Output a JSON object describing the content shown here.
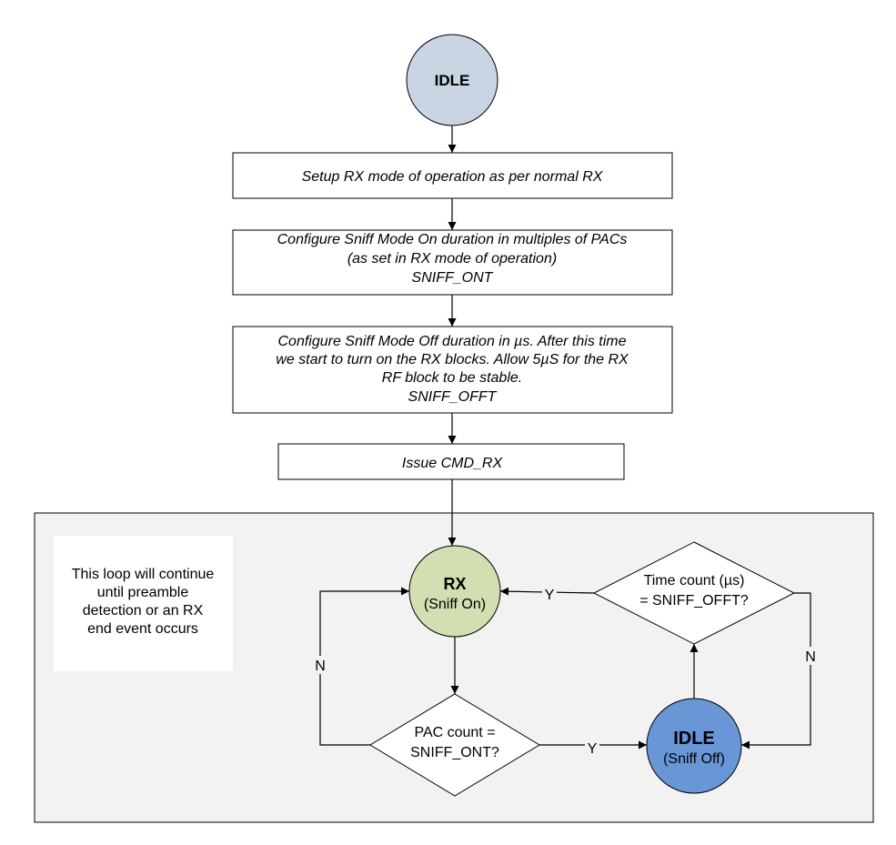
{
  "start_node": {
    "label": "IDLE",
    "fill": "#c9d5e3"
  },
  "steps": {
    "setup_rx": [
      "Setup RX mode of operation as per normal RX"
    ],
    "sniff_on": [
      "Configure Sniff Mode On duration in multiples of PACs",
      "(as set in RX mode of operation)",
      "SNIFF_ONT"
    ],
    "sniff_off": [
      "Configure Sniff Mode Off duration in µs. After this time",
      "we start to turn on the RX blocks. Allow 5µS for the RX",
      "RF block to be stable.",
      "SNIFF_OFFT"
    ],
    "issue_cmd": [
      "Issue CMD_RX"
    ]
  },
  "loop": {
    "background": "#f2f2f2",
    "note": [
      "This loop will continue",
      "until preamble",
      "detection or an RX",
      "end event occurs"
    ],
    "rx_node": {
      "label": "RX",
      "sublabel": "(Sniff On)",
      "fill": "#d2dfb1"
    },
    "idle_node": {
      "label": "IDLE",
      "sublabel": "(Sniff Off)",
      "fill": "#6896d6"
    },
    "pac_decision": [
      "PAC count =",
      "SNIFF_ONT?"
    ],
    "time_decision": [
      "Time count (µs)",
      "= SNIFF_OFFT?"
    ],
    "edge_labels": {
      "pac_yes": "Y",
      "pac_no": "N",
      "time_yes": "Y",
      "time_no": "N"
    }
  }
}
